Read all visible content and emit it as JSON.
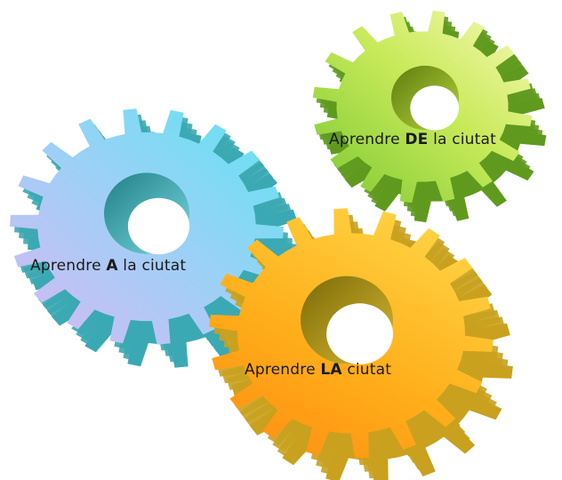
{
  "gears": [
    {
      "id": "green",
      "label": {
        "prefix": "Aprendre ",
        "keyword": "DE",
        "suffix": " la ciutat"
      },
      "colors": {
        "light": "#f6f7a8",
        "mid": "#a6dc3c",
        "dark": "#5f9a1e",
        "hole": "#6e8a12"
      }
    },
    {
      "id": "blue",
      "label": {
        "prefix": "Aprendre ",
        "keyword": "A",
        "suffix": " la ciutat"
      },
      "colors": {
        "light": "#cdb6f2",
        "mid": "#6fe0f4",
        "dark": "#3ba9b3",
        "hole": "#2b8e96"
      }
    },
    {
      "id": "orange",
      "label": {
        "prefix": "Aprendre ",
        "keyword": "LA",
        "suffix": " ciutat"
      },
      "colors": {
        "light": "#ffd34a",
        "mid": "#ff9c14",
        "dark": "#c9a11e",
        "hole": "#8c7a10"
      }
    }
  ]
}
